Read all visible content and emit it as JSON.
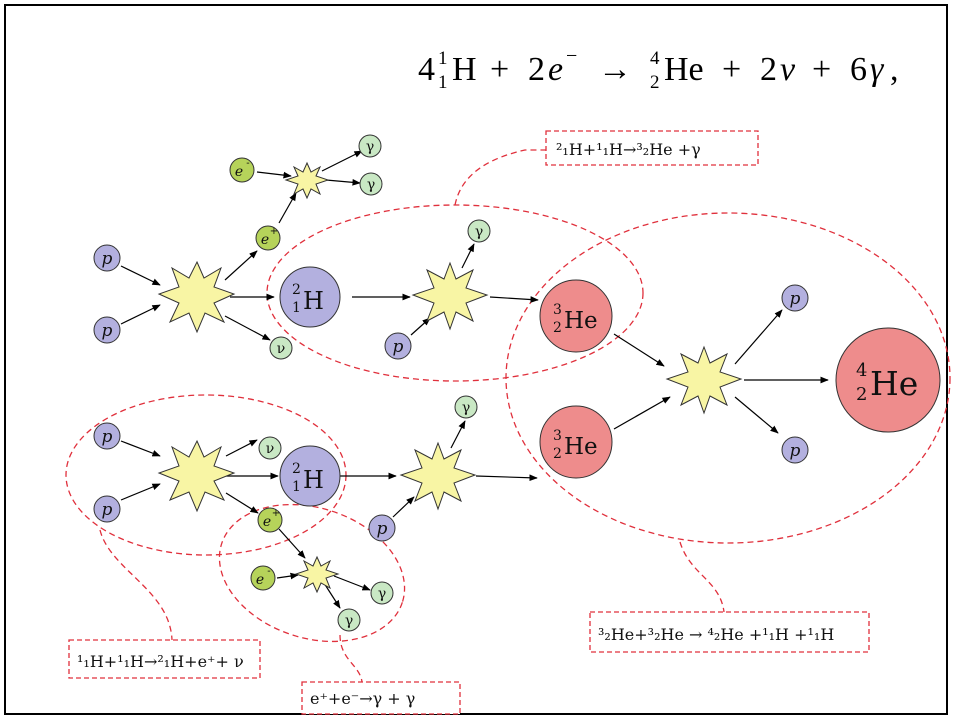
{
  "overall_equation": {
    "coef_h": "4",
    "mass_h": "1",
    "z_h": "1",
    "sym_h": "H",
    "plus1": "+",
    "coef_e": "2",
    "sym_e": "e",
    "sup_e": "−",
    "arrow": "→",
    "mass_he": "4",
    "z_he": "2",
    "sym_he": "He",
    "plus2": "+",
    "coef_nu": "2",
    "sym_nu": "ν",
    "plus3": "+",
    "coef_gamma": "6",
    "sym_gamma": "γ",
    "comma": ","
  },
  "labels": {
    "proton": "p",
    "gamma": "γ",
    "neutrino": "ν",
    "electron": "e",
    "electron_charge": "-",
    "positron": "e",
    "positron_charge": "+",
    "deuterium": {
      "mass": "2",
      "z": "1",
      "symbol": "H"
    },
    "helium3": {
      "mass": "3",
      "z": "2",
      "symbol": "He"
    },
    "helium4": {
      "mass": "4",
      "z": "2",
      "symbol": "He"
    }
  },
  "reaction_boxes": {
    "deuterium_proton": "²₁H+¹₁H→³₂He +γ",
    "proton_proton": "¹₁H+¹₁H→²₁H+e⁺+ ν",
    "annihilation": "e⁺+e⁻→γ + γ",
    "helium_fusion": "³₂He+³₂He → ⁴₂He +¹₁H +¹₁H"
  },
  "colors": {
    "proton": "#b3b0df",
    "gamma_neutrino": "#c9e8c4",
    "lepton": "#b6d35a",
    "helium": "#ee8c8c",
    "flash": "#f8f5a4",
    "dashed": "#e0303c"
  }
}
